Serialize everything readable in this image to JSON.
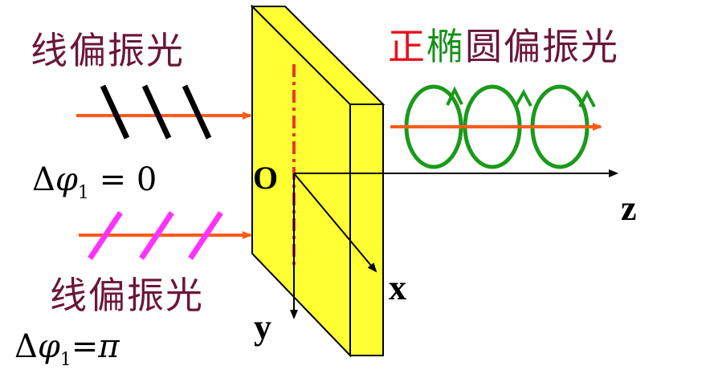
{
  "labels": {
    "linear_top": "线偏振光",
    "linear_bottom": "线偏振光",
    "elliptical_prefix": "正",
    "elliptical_mid": "椭",
    "elliptical_suffix": "圆偏振光",
    "delta_phi_zero": {
      "delta": "Δ",
      "phi": "φ",
      "sub": "1",
      "rel": " = 0"
    },
    "delta_phi_pi": {
      "delta": "Δ",
      "phi": "φ",
      "sub": "1",
      "rel": "=",
      "value": "π"
    }
  },
  "axes": {
    "origin": "O",
    "x": "x",
    "y": "y",
    "z": "z"
  },
  "colors": {
    "plate_face": "#ffff33",
    "plate_edge": "#000000",
    "beam": "#ff5a1a",
    "dashed_axis": "#e53a2a",
    "polarization_top": "#000000",
    "polarization_bottom": "#ff33ff",
    "ellipse": "#1a9a1a",
    "text_dark": "#6b1638",
    "text_red": "#e8101e",
    "text_green": "#16911a"
  }
}
